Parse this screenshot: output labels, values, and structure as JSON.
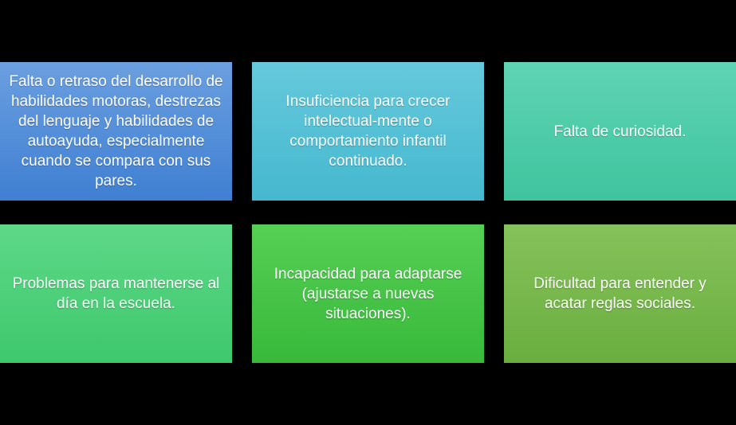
{
  "boxes": [
    {
      "text": "Falta o retraso del desarrollo de habilidades motoras, destrezas del lenguaje y habilidades de autoayuda, especialmente cuando se compara con sus pares.",
      "color_top": "#6b9fe0",
      "color_bottom": "#3f7fd2"
    },
    {
      "text": "Insuficiencia para crecer intelectual-mente o comportamiento infantil continuado.",
      "color_top": "#66c9dc",
      "color_bottom": "#45b8cf"
    },
    {
      "text": "Falta de curiosidad.",
      "color_top": "#5fd4b4",
      "color_bottom": "#3fc49e"
    },
    {
      "text": "Problemas para mantenerse al día en la escuela.",
      "color_top": "#5ed888",
      "color_bottom": "#3ec86c"
    },
    {
      "text": "Incapacidad para adaptarse (ajustarse a nuevas situaciones).",
      "color_top": "#56cf55",
      "color_bottom": "#38b93a"
    },
    {
      "text": "Dificultad para entender y acatar reglas sociales.",
      "color_top": "#86c25a",
      "color_bottom": "#6aae3f"
    }
  ]
}
